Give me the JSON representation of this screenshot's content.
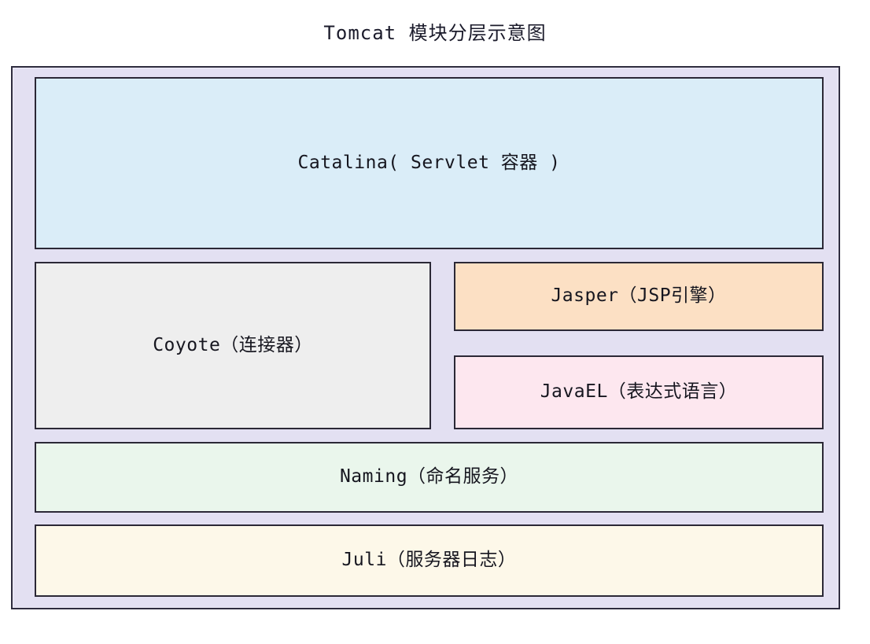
{
  "title": "Tomcat 模块分层示意图",
  "diagram": {
    "type": "layered-block-diagram",
    "container": {
      "name": "tomcat-modules-container",
      "background_color": "#e3e0f2",
      "border_color": "#2e2c3f"
    },
    "layers": [
      {
        "id": "catalina",
        "label": "Catalina( Servlet 容器 )",
        "fill_color": "#daedf8",
        "row": 1,
        "span": "full"
      },
      {
        "id": "coyote",
        "label": "Coyote（连接器）",
        "fill_color": "#eeeeee",
        "row": 2,
        "span": "left"
      },
      {
        "id": "jasper",
        "label": "Jasper（JSP引擎）",
        "fill_color": "#fce0c4",
        "row": 2,
        "span": "right-top"
      },
      {
        "id": "javael",
        "label": "JavaEL（表达式语言）",
        "fill_color": "#fde7ef",
        "row": 2,
        "span": "right-bottom"
      },
      {
        "id": "naming",
        "label": "Naming（命名服务）",
        "fill_color": "#eaf6ec",
        "row": 3,
        "span": "full"
      },
      {
        "id": "juli",
        "label": "Juli（服务器日志）",
        "fill_color": "#fdf8e9",
        "row": 4,
        "span": "full"
      }
    ]
  }
}
